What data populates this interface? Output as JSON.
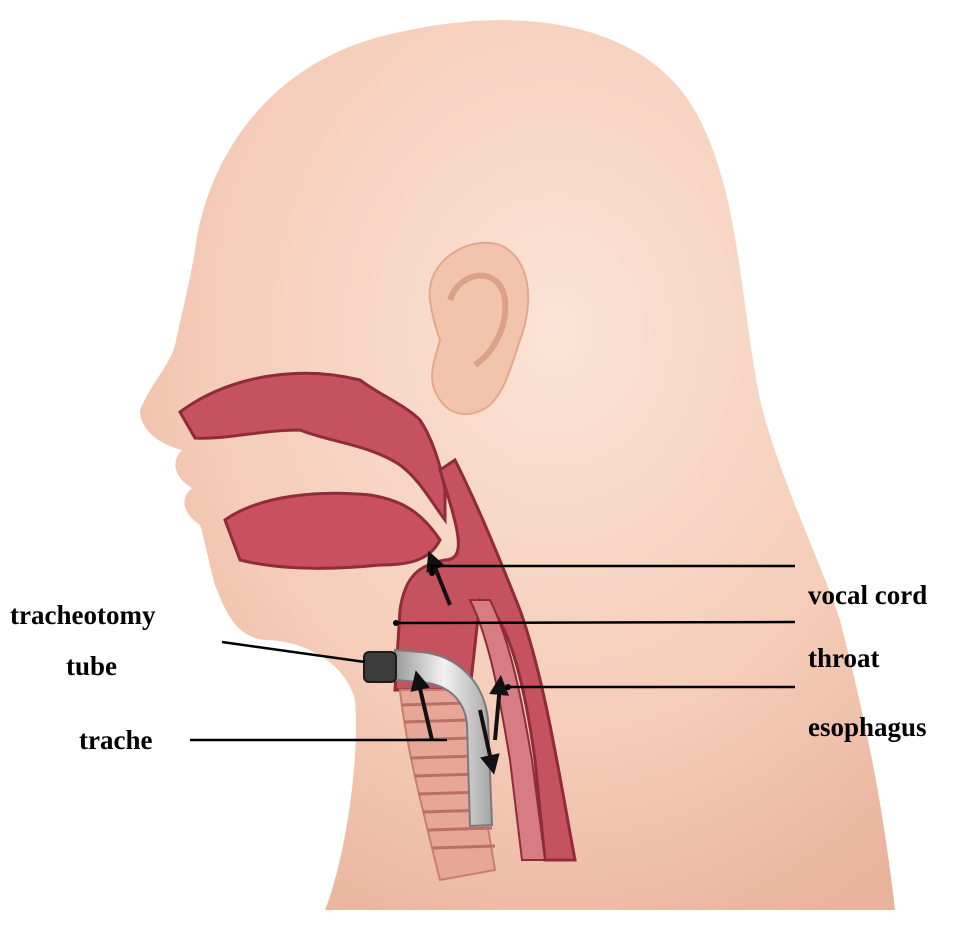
{
  "labels": {
    "vocal_cord": "vocal cord",
    "throat": "throat",
    "esophagus": "esophagus",
    "tracheotomy_line1": "tracheotomy",
    "tracheotomy_line2": "tube",
    "trache": "trache"
  },
  "colors": {
    "skin": "#f6d2c0",
    "skin_shadow": "#e9b59c",
    "airway": "#c65260",
    "airway_dark": "#8e2c3a",
    "tube": "#d8d8d8",
    "leader": "#000000"
  }
}
